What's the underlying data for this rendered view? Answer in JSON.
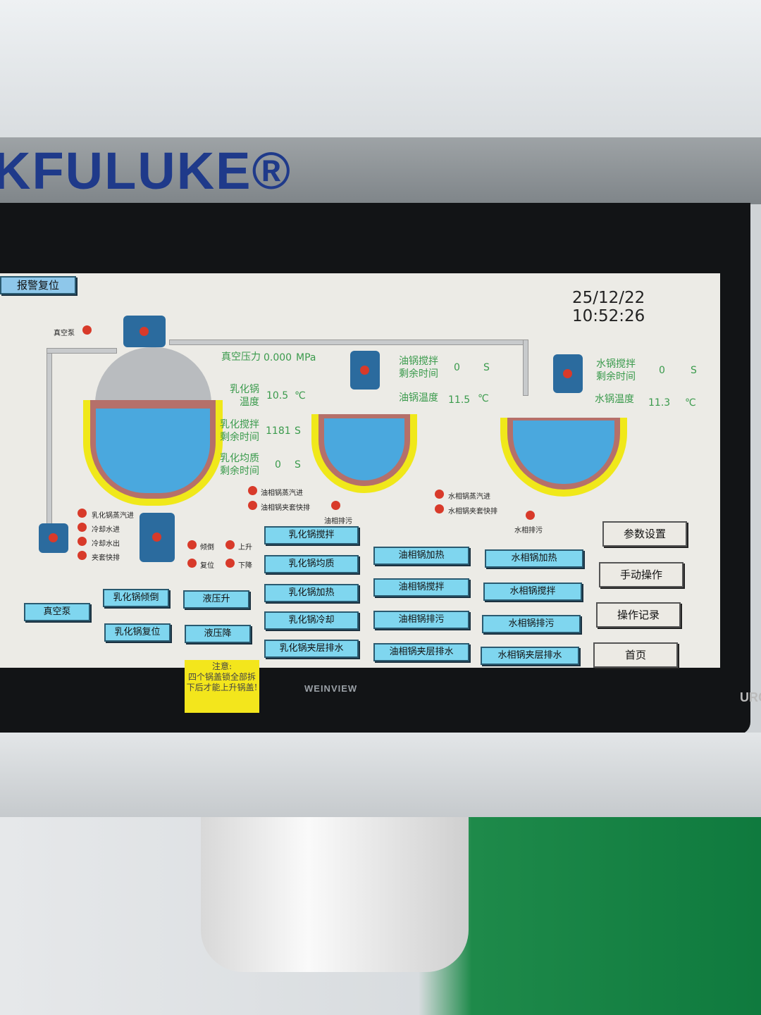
{
  "device": {
    "logo": "KFULUKE®",
    "brand": "WEINVIEW",
    "side_label": "URC",
    "note": {
      "title": "注意:",
      "text": "四个锅盖锁全部拆下后才能上升锅盖!"
    }
  },
  "header": {
    "alarm_reset": "报警复位",
    "datetime": "25/12/22 10:52:26"
  },
  "readouts": {
    "vacuum": {
      "label": "真空压力",
      "value": "0.000",
      "unit": "MPa"
    },
    "emul_temp": {
      "label": "乳化锅温度",
      "value": "10.5",
      "unit": "℃"
    },
    "emul_stir_remaining": {
      "label": "乳化搅拌剩余时间",
      "value": "1181",
      "unit": "S"
    },
    "emul_homog_remaining": {
      "label": "乳化均质剩余时间",
      "value": "0",
      "unit": "S"
    },
    "oil_stir_remaining": {
      "label": "油锅搅拌剩余时间",
      "value": "0",
      "unit": "S"
    },
    "oil_temp": {
      "label": "油锅温度",
      "value": "11.5",
      "unit": "℃"
    },
    "water_stir_remaining": {
      "label": "水锅搅拌剩余时间",
      "value": "0",
      "unit": "S"
    },
    "water_temp": {
      "label": "水锅温度",
      "value": "11.3",
      "unit": "℃"
    }
  },
  "indicators": {
    "vacuum_pump": "真空泵",
    "emul": [
      "乳化锅蒸汽进",
      "冷却水进",
      "冷却水出",
      "夹套快排"
    ],
    "tilt": "倾倒",
    "reset": "复位",
    "up": "上升",
    "down": "下降",
    "oil": [
      "油相锅蒸汽进",
      "油相锅夹套快排"
    ],
    "oil_drain": "油相排污",
    "water": [
      "水相锅蒸汽进",
      "水相锅夹套快排"
    ],
    "water_drain": "水相排污"
  },
  "buttons": {
    "vacuum_pump": "真空泵",
    "emul_tilt": "乳化锅倾倒",
    "emul_reset": "乳化锅复位",
    "hyd_up": "液压升",
    "hyd_down": "液压降",
    "emul": [
      "乳化锅搅拌",
      "乳化锅均质",
      "乳化锅加热",
      "乳化锅冷却",
      "乳化锅夹层排水"
    ],
    "oil": [
      "油相锅加热",
      "油相锅搅拌",
      "油相锅排污",
      "油相锅夹层排水"
    ],
    "water": [
      "水相锅加热",
      "水相锅搅拌",
      "水相锅排污",
      "水相锅夹层排水"
    ],
    "nav": [
      "参数设置",
      "手动操作",
      "操作记录",
      "首页"
    ]
  },
  "colors": {
    "button": "#7fd6ef",
    "indicator_off": "#d83a2a",
    "label_green": "#3a9a4c",
    "liquid": "#4aa8de"
  }
}
